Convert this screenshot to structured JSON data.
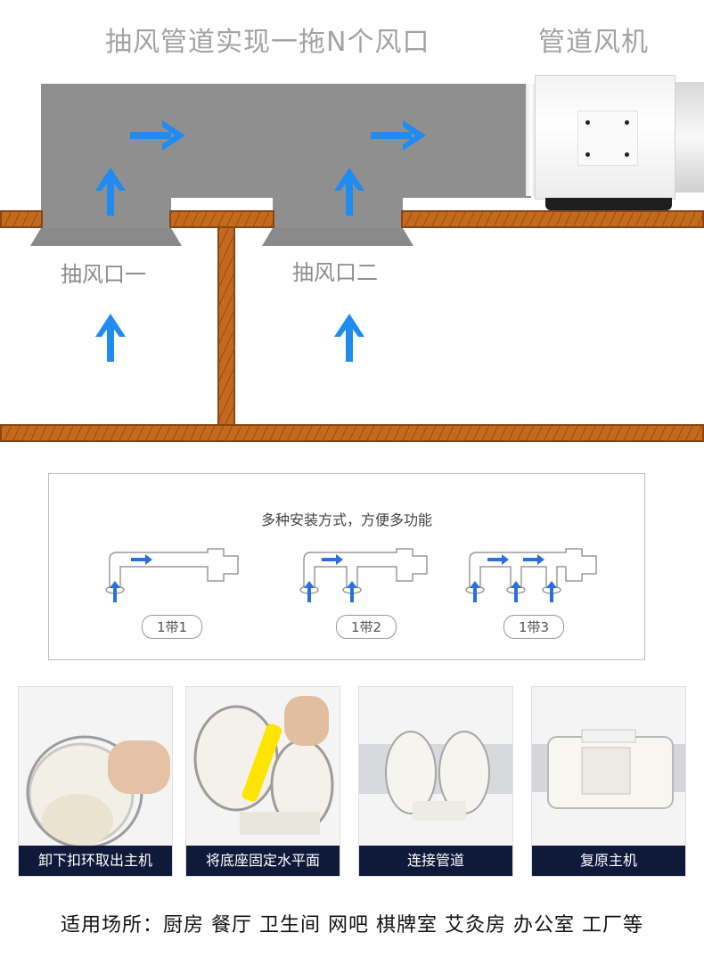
{
  "diagram": {
    "title_left": "抽风管道实现一拖N个风口",
    "title_right": "管道风机",
    "port1_label": "抽风口一",
    "port2_label": "抽风口二",
    "colors": {
      "duct": "#8f8f8f",
      "wall": "#c46a1f",
      "arrow": "#1e8cf0",
      "title": "#a3a3a3"
    }
  },
  "install": {
    "title": "多种安装方式，方便多功能",
    "modes": [
      {
        "label": "1带1"
      },
      {
        "label": "1带2"
      },
      {
        "label": "1带3"
      }
    ],
    "arrow_color": "#2a6fe0"
  },
  "photos": [
    {
      "caption": "卸下扣环取出主机"
    },
    {
      "caption": "将底座固定水平面"
    },
    {
      "caption": "连接管道"
    },
    {
      "caption": "复原主机"
    }
  ],
  "caption_bg": "#0f1a3a",
  "venues": "适用场所：厨房 餐厅 卫生间 网吧 棋牌室 艾灸房 办公室 工厂等"
}
